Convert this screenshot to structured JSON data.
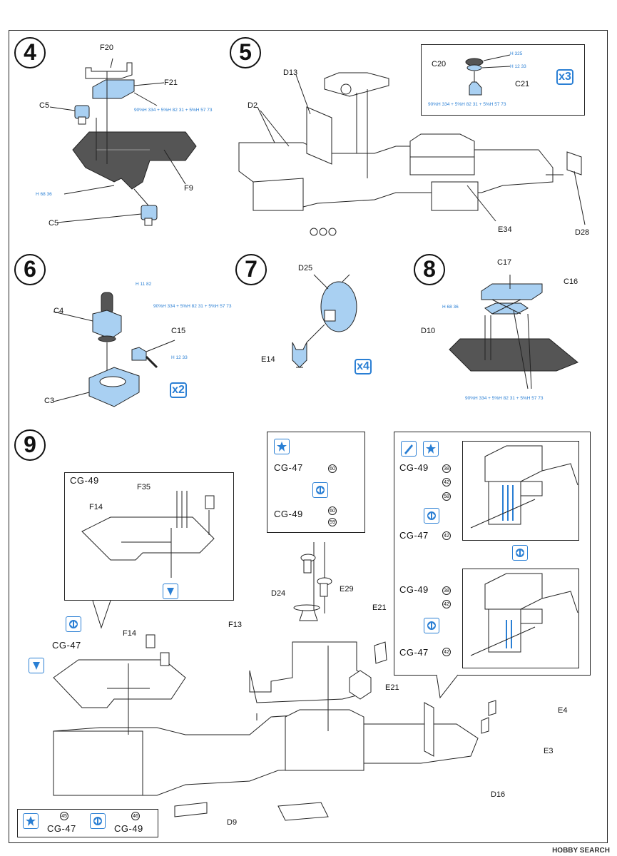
{
  "steps": {
    "s4": {
      "num": "4",
      "labels": {
        "f20": "F20",
        "f21": "F21",
        "c5a": "C5",
        "f9": "F9",
        "c5b": "C5"
      },
      "paint1": "90%H 334 + 5%H 82 31 + 5%H 57 73",
      "paint2": "H 68 36"
    },
    "s5": {
      "num": "5",
      "labels": {
        "d13": "D13",
        "d2": "D2",
        "e34": "E34",
        "d28": "D28",
        "c20": "C20",
        "c21": "C21"
      },
      "paint_c20a": "H 325",
      "paint_c20b": "H 12 33",
      "paint_c21": "90%H 334 + 5%H 82 31 + 5%H 57 73",
      "mult": "x3"
    },
    "s6": {
      "num": "6",
      "labels": {
        "c4": "C4",
        "c15": "C15",
        "c3": "C3"
      },
      "paint1": "H 11 82",
      "paint2": "90%H 334 + 5%H 82 31 + 5%H 57 73",
      "paint3": "H 12 33",
      "mult": "x2"
    },
    "s7": {
      "num": "7",
      "labels": {
        "d25": "D25",
        "e14": "E14"
      },
      "mult": "x4"
    },
    "s8": {
      "num": "8",
      "labels": {
        "c17": "C17",
        "c16": "C16",
        "d10": "D10"
      },
      "paint1": "H 68 36",
      "paint2": "90%H 334 + 5%H 82 31 + 5%H 57 73"
    },
    "s9": {
      "num": "9",
      "labels": {
        "f35": "F35",
        "f14a": "F14",
        "f14b": "F14",
        "f13": "F13",
        "d24": "D24",
        "e29": "E29",
        "e21a": "E21",
        "e21b": "E21",
        "e4": "E4",
        "e3": "E3",
        "d16": "D16",
        "d9": "D9"
      },
      "inset_title": "CG-49",
      "mid_box": {
        "cg47": "CG-47",
        "n60a": "60",
        "cg49": "CG-49",
        "n60b": "60",
        "n59": "59"
      },
      "right_box": {
        "cg49a": "CG-49",
        "n38a": "38",
        "n42a": "42",
        "n58": "58",
        "cg47a": "CG-47",
        "n42b": "42",
        "cg49b": "CG-49",
        "n38b": "38",
        "n42c": "42",
        "cg47b": "CG-47",
        "n42d": "42"
      },
      "cg47_main": "CG-47",
      "bottom_box": {
        "n45": "45",
        "cg47": "CG-47",
        "n46": "46",
        "cg49": "CG-49"
      }
    }
  },
  "watermark": "HOBBY SEARCH",
  "colors": {
    "accent": "#2a7fd4",
    "part_light": "#a9d0f2",
    "part_dark": "#555555"
  }
}
